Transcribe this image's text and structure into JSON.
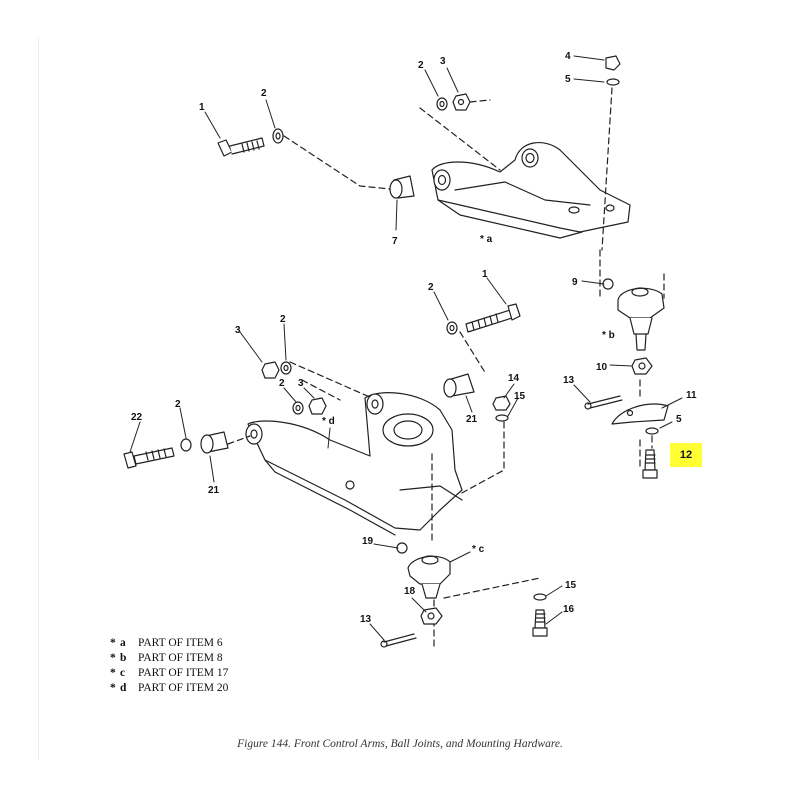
{
  "figure": {
    "caption": "Figure 144.  Front Control Arms, Ball Joints, and Mounting Hardware."
  },
  "callouts": {
    "top_1": "1",
    "top_2a": "2",
    "top_2b": "2",
    "top_3": "3",
    "top_4": "4",
    "top_5": "5",
    "top_7": "7",
    "top_a": "* a",
    "mid_9": "9",
    "mid_b": "* b",
    "mid_10": "10",
    "mid_11": "11",
    "mid_5": "5",
    "mid_13": "13",
    "low_1": "1",
    "low_2a": "2",
    "low_2b": "2",
    "low_2c": "2",
    "low_2d": "2",
    "low_3a": "3",
    "low_3b": "3",
    "low_14": "14",
    "low_15": "15",
    "low_21a": "21",
    "low_21b": "21",
    "low_22": "22",
    "low_d": "* d",
    "bot_19": "19",
    "bot_c": "* c",
    "bot_18": "18",
    "bot_13": "13",
    "bot_15": "15",
    "bot_16": "16"
  },
  "highlight": {
    "label": "12",
    "color": "#ffff33"
  },
  "legend": [
    {
      "star": "*",
      "letter": "a",
      "text": "PART OF ITEM 6"
    },
    {
      "star": "*",
      "letter": "b",
      "text": "PART OF ITEM 8"
    },
    {
      "star": "*",
      "letter": "c",
      "text": "PART OF ITEM 17"
    },
    {
      "star": "*",
      "letter": "d",
      "text": "PART OF ITEM 20"
    }
  ]
}
